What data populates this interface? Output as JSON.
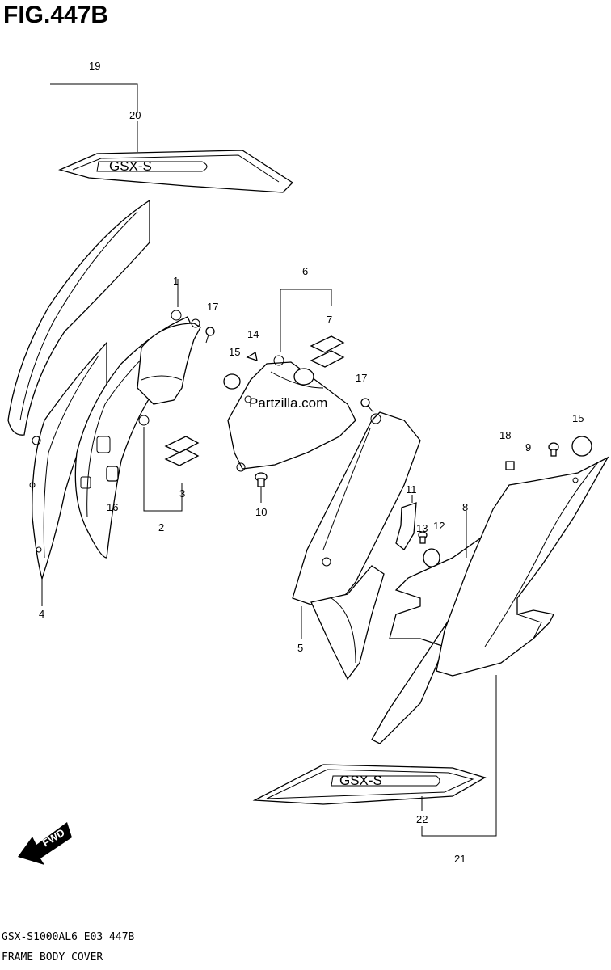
{
  "figure": {
    "title": "FIG.447B",
    "model_code": "GSX-S1000AL6  E03  447B",
    "caption": "FRAME BODY COVER",
    "watermark": "Partzilla.com",
    "direction_arrow_label": "FWD"
  },
  "callouts": {
    "c1": "1",
    "c2": "2",
    "c3": "3",
    "c4": "4",
    "c5": "5",
    "c6": "6",
    "c7": "7",
    "c8": "8",
    "c9": "9",
    "c10": "10",
    "c11": "11",
    "c12": "12",
    "c13": "13",
    "c14": "14",
    "c15a": "15",
    "c15b": "15",
    "c16": "16",
    "c17a": "17",
    "c17b": "17",
    "c18": "18",
    "c19": "19",
    "c20": "20",
    "c21": "21",
    "c22": "22"
  },
  "icons": {
    "direction_arrow": "fwd-arrow-icon",
    "emblem": "suzuki-s-icon"
  }
}
